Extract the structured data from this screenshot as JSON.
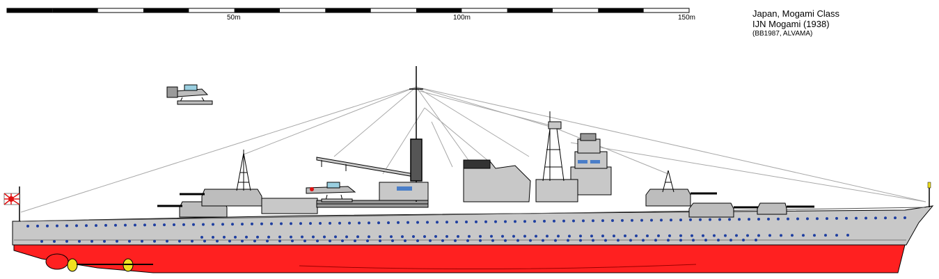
{
  "scale_bar": {
    "labels": [
      "50m",
      "100m",
      "150m"
    ]
  },
  "title": {
    "line1": "Japan, Mogami Class",
    "line2": "IJN Mogami (1938)",
    "line3": "(BB1987, ALVAMA)"
  },
  "colors": {
    "hull_upper": "#c8c8c8",
    "hull_lower": "#ff2020",
    "rigging": "#a8a8a8",
    "portholes": "#1f3fa0",
    "propeller": "#f0e020",
    "outline": "#000000",
    "flag_red": "#e01010"
  },
  "icons": [
    "naval-ensign-icon",
    "seaplane-icon",
    "propeller-icon",
    "crane-icon"
  ]
}
